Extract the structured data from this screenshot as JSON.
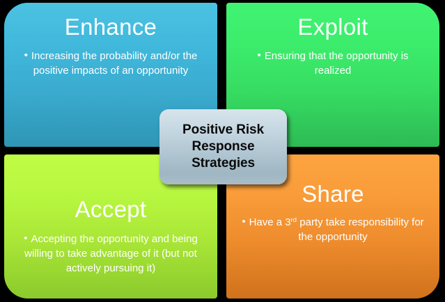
{
  "diagram": {
    "background_color": "#000000",
    "center": {
      "title_lines": [
        "Positive Risk",
        "Response",
        "Strategies"
      ],
      "fill_top_color": "#D7E4EC",
      "fill_bottom_color": "#A8BDC8",
      "text_color": "#0A0A0A"
    },
    "quadrants": [
      {
        "id": "enhance",
        "position": "top-left",
        "title": "Enhance",
        "bullets": [
          "Increasing the probability and/or the positive impacts of an opportunity"
        ],
        "bullet_glyph": "•",
        "color_top": "#4CC2E2",
        "color_bottom": "#2F95B4",
        "text_color": "#FFFFFF"
      },
      {
        "id": "exploit",
        "position": "top-right",
        "title": "Exploit",
        "bullets": [
          "Ensuring that the opportunity is realized"
        ],
        "bullet_glyph": "•",
        "color_top": "#41F372",
        "color_bottom": "#2DBB55",
        "text_color": "#FFFFFF"
      },
      {
        "id": "accept",
        "position": "bottom-left",
        "title": "Accept",
        "bullets": [
          "Accepting the opportunity and being willing to take advantage of it (but not actively pursuing it)"
        ],
        "bullet_glyph": "•",
        "color_top": "#C0FC45",
        "color_bottom": "#8BCA2C",
        "text_color": "#FFFFFF"
      },
      {
        "id": "share",
        "position": "bottom-right",
        "title": "Share",
        "bullets_rich": [
          {
            "prefix": "Have a 3",
            "superscript": "rd",
            "suffix": " party take responsibility for the opportunity"
          }
        ],
        "bullet_glyph": "•",
        "color_top": "#FCA441",
        "color_bottom": "#D0721C",
        "text_color": "#FFFFFF"
      }
    ]
  }
}
